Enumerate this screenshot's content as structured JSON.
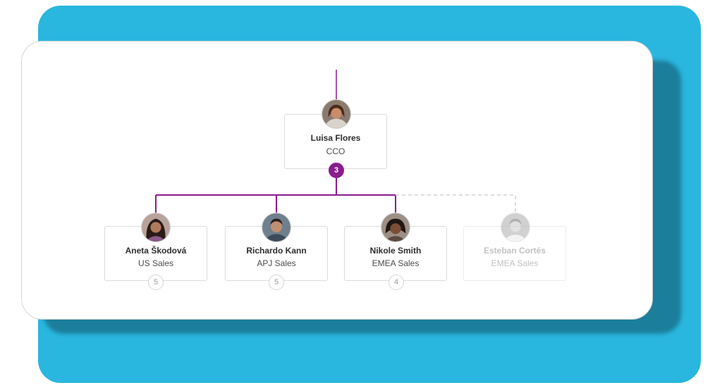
{
  "colors": {
    "accent": "#8a1c8d",
    "background_blue": "#29b6df",
    "shadow_blue": "#1b7e9b",
    "dashed_line": "#d0d0d0"
  },
  "root": {
    "name": "Luisa Flores",
    "title": "CCO",
    "reports_count": "3",
    "avatar": "avatar-photo"
  },
  "children": [
    {
      "name": "Aneta Škodová",
      "title": "US Sales",
      "reports_count": "5",
      "avatar": "avatar-photo"
    },
    {
      "name": "Richardo Kann",
      "title": "APJ Sales",
      "reports_count": "5",
      "avatar": "avatar-photo"
    },
    {
      "name": "Nikole Smith",
      "title": "EMEA Sales",
      "reports_count": "4",
      "avatar": "avatar-photo"
    },
    {
      "name": "Esteban Cortés",
      "title": "EMEA Sales",
      "avatar": "avatar-photo",
      "state": "placeholder"
    }
  ]
}
